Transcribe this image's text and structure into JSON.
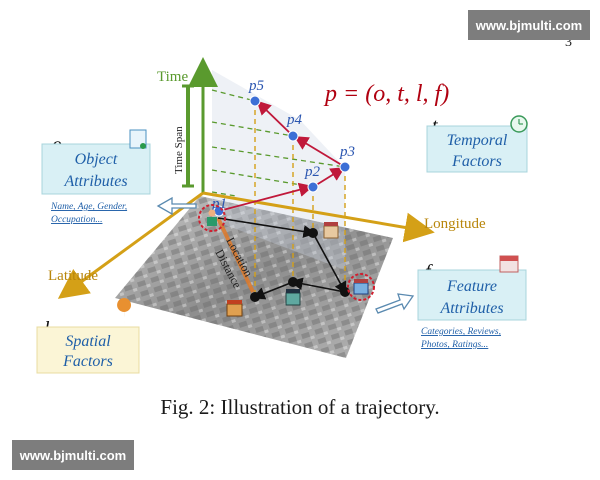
{
  "page_number": "3",
  "watermark_top": "www.bjmulti.com",
  "watermark_bottom": "www.bjmulti.com",
  "caption": "Fig. 2: Illustration of a trajectory.",
  "formula": "p = (o, t, l, f)",
  "axes": {
    "time": "Time",
    "longitude": "Longitude",
    "latitude": "Latitude",
    "time_span": "Time Span",
    "location_distance_line1": "Location",
    "location_distance_line2": "Distance"
  },
  "points": {
    "p1": "p1",
    "p2": "p2",
    "p3": "p3",
    "p4": "p4",
    "p5": "p5"
  },
  "boxes": {
    "object": {
      "letter": "o",
      "line1": "Object",
      "line2": "Attributes",
      "sub1": "Name, Age, Gender,",
      "sub2": "Occupation..."
    },
    "temporal": {
      "letter": "t",
      "line1": "Temporal",
      "line2": "Factors"
    },
    "feature": {
      "letter": "f",
      "line1": "Feature",
      "line2": "Attributes",
      "sub1": "Categories, Reviews,",
      "sub2": "Photos, Ratings..."
    },
    "spatial": {
      "letter": "l",
      "line1": "Spatial",
      "line2": "Factors"
    }
  },
  "colors": {
    "time_axis": "#5a9a2e",
    "geo_axis": "#d4a017",
    "trajectory": "#c0183a",
    "point": "#3d6fd6",
    "formula": "#b00010",
    "box_fill_blue": "#d9f0f5",
    "box_fill_cream": "#fbf5d6",
    "box_text": "#1f5fa8"
  }
}
